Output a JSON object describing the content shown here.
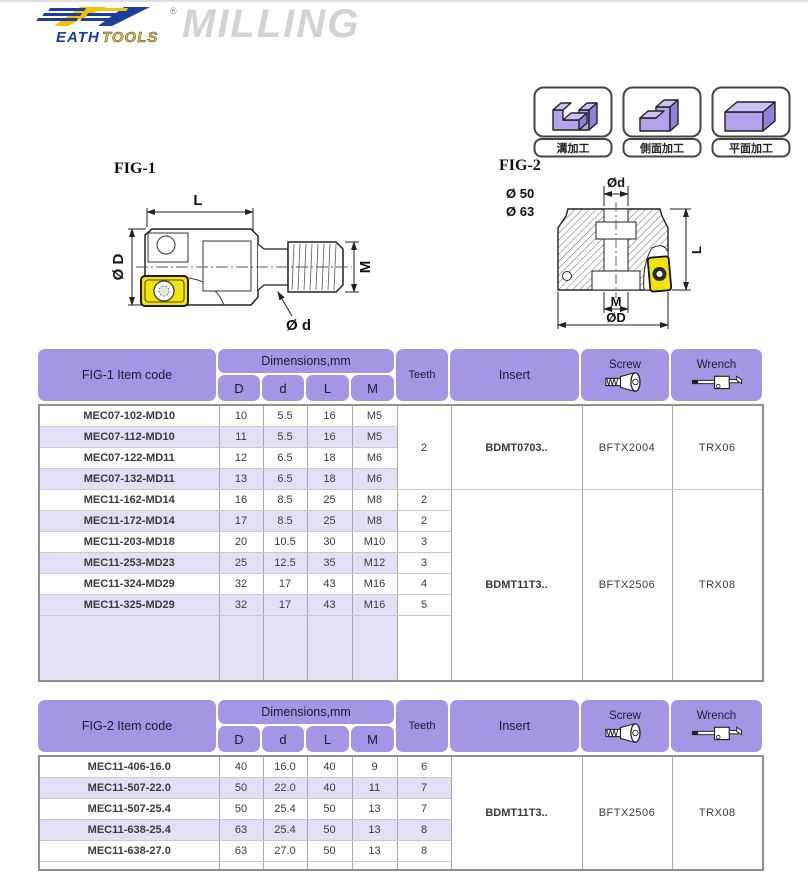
{
  "page": {
    "title": "MILLING"
  },
  "brand": {
    "name_part1": "EATH",
    "name_part2": "TOOLS",
    "registered": "®"
  },
  "machining_types": [
    {
      "label": "溝加工"
    },
    {
      "label": "側面加工"
    },
    {
      "label": "平面加工"
    }
  ],
  "fig1": {
    "label": "FIG-1",
    "dim_top": "L",
    "dim_left": "Ø D",
    "dim_right": "M",
    "dim_bottom": "Ø d"
  },
  "fig2": {
    "label": "FIG-2",
    "size_option1": "Ø 50",
    "size_option2": "Ø 63",
    "dim_top": "Ød",
    "dim_right": "L",
    "dim_m": "M",
    "dim_d": "ØD"
  },
  "colors": {
    "header_purple": "#a496e4",
    "row_shade": "#e4def6",
    "insert_yellow": "#f2e30a",
    "icon_purple_front": "#b4a3ec",
    "icon_purple_top": "#cdc0f4",
    "icon_purple_side": "#9180d8",
    "brand_blue": "#1d3e9e",
    "brand_yellow": "#f5c400",
    "title_gray": "#d3d3d3"
  },
  "tables": [
    {
      "title_col": "FIG-1 Item code",
      "dims_header": "Dimensions,mm",
      "dim_cols": [
        "D",
        "d",
        "L",
        "M"
      ],
      "teeth_col": "Teeth",
      "insert_col": "Insert",
      "screw_col": "Screw",
      "wrench_col": "Wrench",
      "filler_height": 64,
      "filler_shaded": true,
      "groups": [
        {
          "teeth_merged": "2",
          "insert": "BDMT0703..",
          "screw": "BFTX2004",
          "wrench": "TRX06",
          "rows": [
            {
              "code": "MEC07-102-MD10",
              "D": "10",
              "d": "5.5",
              "L": "16",
              "M": "M5"
            },
            {
              "code": "MEC07-112-MD10",
              "D": "11",
              "d": "5.5",
              "L": "16",
              "M": "M5"
            },
            {
              "code": "MEC07-122-MD11",
              "D": "12",
              "d": "6.5",
              "L": "18",
              "M": "M6"
            },
            {
              "code": "MEC07-132-MD11",
              "D": "13",
              "d": "6.5",
              "L": "18",
              "M": "M6"
            }
          ]
        },
        {
          "insert": "BDMT11T3..",
          "screw": "BFTX2506",
          "wrench": "TRX08",
          "rows": [
            {
              "code": "MEC11-162-MD14",
              "D": "16",
              "d": "8.5",
              "L": "25",
              "M": "M8",
              "teeth": "2"
            },
            {
              "code": "MEC11-172-MD14",
              "D": "17",
              "d": "8.5",
              "L": "25",
              "M": "M8",
              "teeth": "2"
            },
            {
              "code": "MEC11-203-MD18",
              "D": "20",
              "d": "10.5",
              "L": "30",
              "M": "M10",
              "teeth": "3"
            },
            {
              "code": "MEC11-253-MD23",
              "D": "25",
              "d": "12.5",
              "L": "35",
              "M": "M12",
              "teeth": "3"
            },
            {
              "code": "MEC11-324-MD29",
              "D": "32",
              "d": "17",
              "L": "43",
              "M": "M16",
              "teeth": "4"
            },
            {
              "code": "MEC11-325-MD29",
              "D": "32",
              "d": "17",
              "L": "43",
              "M": "M16",
              "teeth": "5"
            }
          ]
        }
      ]
    },
    {
      "title_col": "FIG-2 Item code",
      "dims_header": "Dimensions,mm",
      "dim_cols": [
        "D",
        "d",
        "L",
        "M"
      ],
      "teeth_col": "Teeth",
      "insert_col": "Insert",
      "screw_col": "Screw",
      "wrench_col": "Wrench",
      "filler_height": 7,
      "filler_shaded": false,
      "groups": [
        {
          "insert": "BDMT11T3..",
          "screw": "BFTX2506",
          "wrench": "TRX08",
          "rows": [
            {
              "code": "MEC11-406-16.0",
              "D": "40",
              "d": "16.0",
              "L": "40",
              "M": "9",
              "teeth": "6"
            },
            {
              "code": "MEC11-507-22.0",
              "D": "50",
              "d": "22.0",
              "L": "40",
              "M": "11",
              "teeth": "7"
            },
            {
              "code": "MEC11-507-25.4",
              "D": "50",
              "d": "25.4",
              "L": "50",
              "M": "13",
              "teeth": "7"
            },
            {
              "code": "MEC11-638-25.4",
              "D": "63",
              "d": "25.4",
              "L": "50",
              "M": "13",
              "teeth": "8"
            },
            {
              "code": "MEC11-638-27.0",
              "D": "63",
              "d": "27.0",
              "L": "50",
              "M": "13",
              "teeth": "8"
            }
          ]
        }
      ]
    }
  ]
}
